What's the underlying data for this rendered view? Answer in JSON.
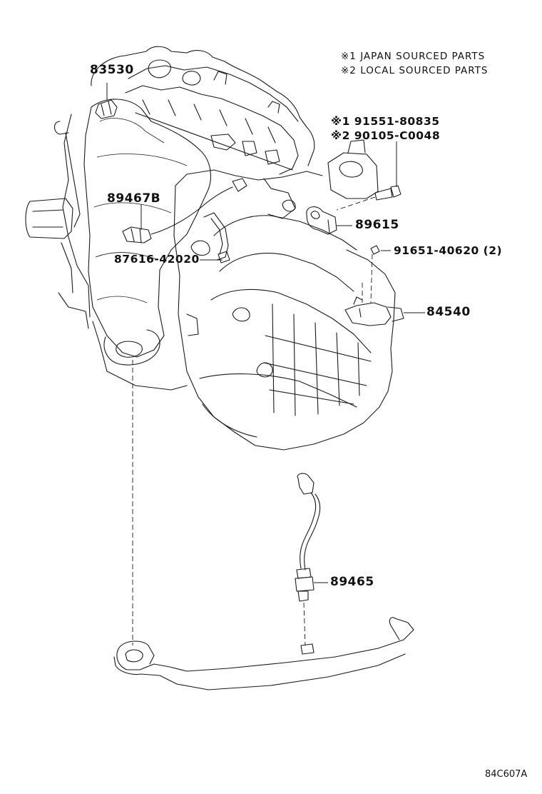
{
  "legend": {
    "note1": "※1 JAPAN SOURCED PARTS",
    "note2": "※2 LOCAL SOURCED PARTS"
  },
  "parts": {
    "p83530": "83530",
    "p89467b": "89467B",
    "p87616": "87616-42020",
    "p91551": "※1 91551-80835",
    "p90105": "※2 90105-C0048",
    "p89615": "89615",
    "p91651": "91651-40620 (2)",
    "p84540": "84540",
    "p89465": "89465"
  },
  "illustration_code": "84C607A"
}
